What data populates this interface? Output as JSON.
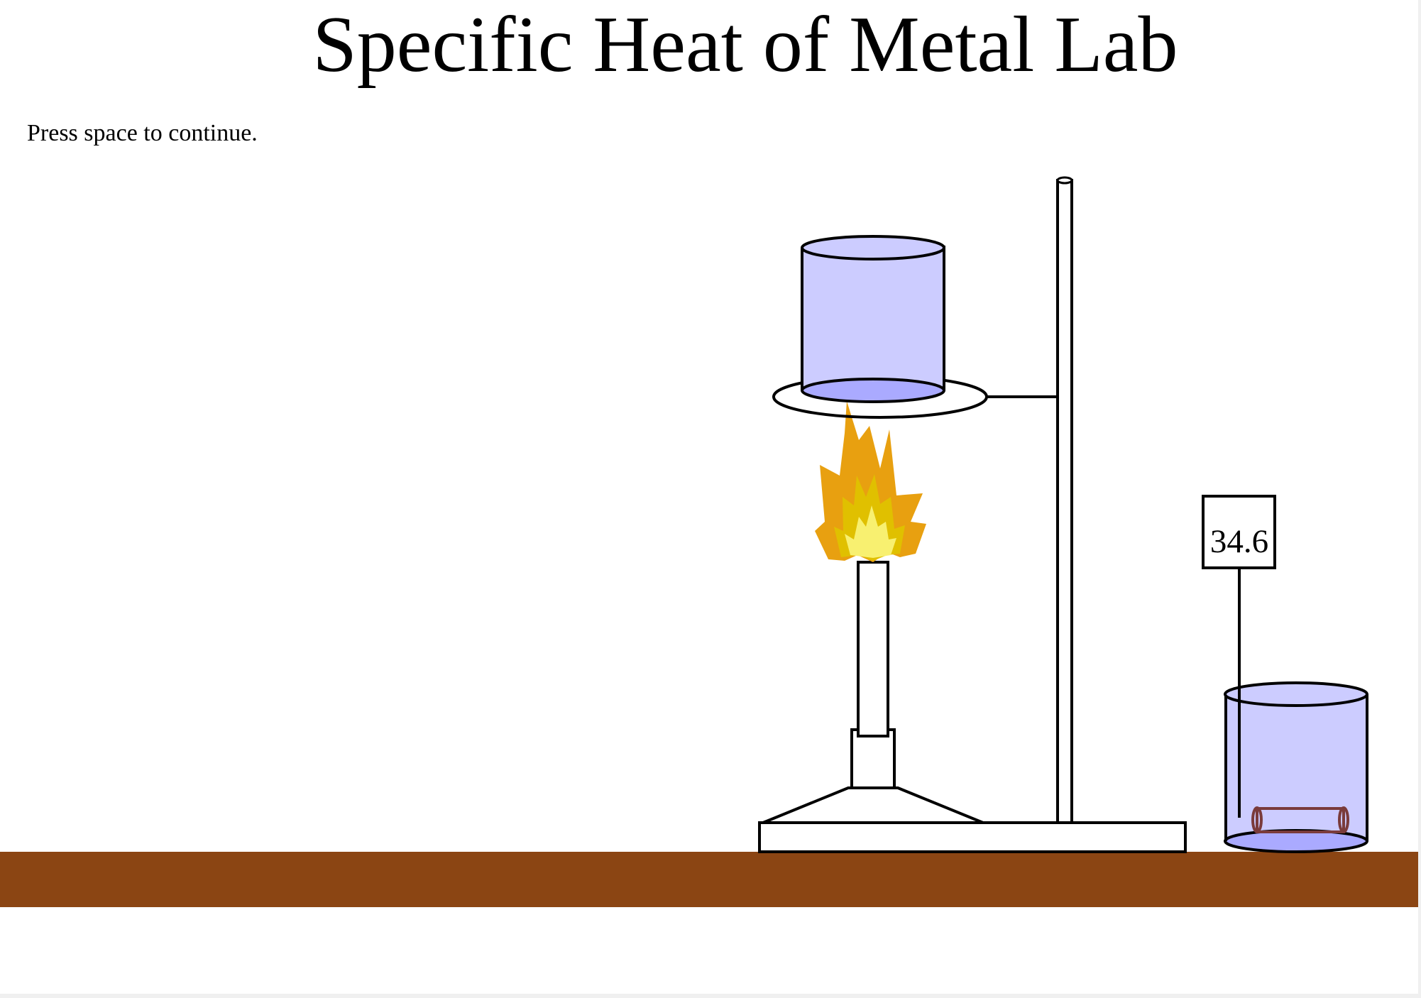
{
  "title": "Specific Heat of Metal Lab",
  "instruction": "Press space to continue.",
  "thermometer": {
    "reading": "34.6"
  },
  "colors": {
    "water": "#ccccff",
    "water_bottom": "#aaaaff",
    "bench": "#8b4513",
    "flame_outer": "#e8a010",
    "flame_middle": "#e0c000",
    "flame_inner": "#f8f070",
    "metal_sample": "#7a3b3b",
    "outline": "#000000"
  },
  "icons": {
    "flame": "flame-icon"
  }
}
